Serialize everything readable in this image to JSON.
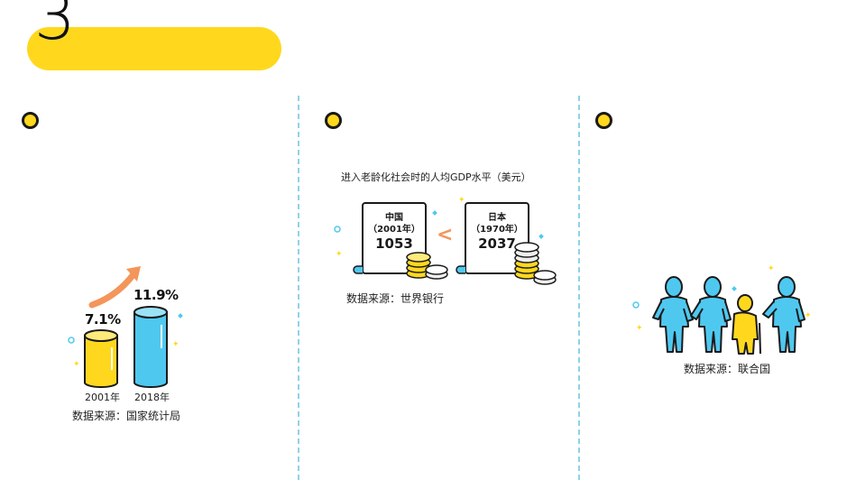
{
  "section": {
    "number": "3"
  },
  "panel1": {
    "value_2001": "7.1%",
    "value_2018": "11.9%",
    "year_2001": "2001年",
    "year_2018": "2018年",
    "source": "数据来源：国家统计局"
  },
  "panel2": {
    "title": "进入老龄化社会时的人均GDP水平（美元）",
    "china": {
      "name": "中国",
      "year": "（2001年）",
      "value": "1053"
    },
    "compare": "<",
    "japan": {
      "name": "日本",
      "year": "（1970年）",
      "value": "2037"
    },
    "source": "数据来源：世界银行"
  },
  "panel3": {
    "source": "数据来源：联合国"
  },
  "colors": {
    "accent_yellow": "#FFD81E",
    "accent_blue": "#4FC8F0",
    "arrow_orange": "#F4955A",
    "divider": "#8fd3e6"
  }
}
